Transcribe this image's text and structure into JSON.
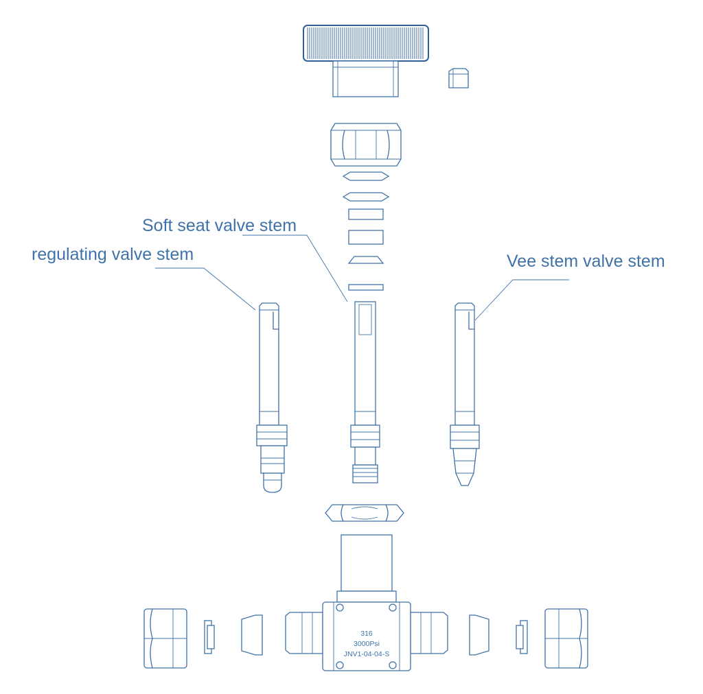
{
  "labels": {
    "soft_seat": "Soft seat valve stem",
    "regulating": "regulating valve stem",
    "vee_stem": "Vee stem valve stem"
  },
  "body_stamp": {
    "material": "316",
    "pressure": "3000Psi",
    "model": "JNV1-04-04-S"
  },
  "colors": {
    "line": "#3f72a8",
    "knob": "#2f5f97",
    "background": "#ffffff"
  }
}
